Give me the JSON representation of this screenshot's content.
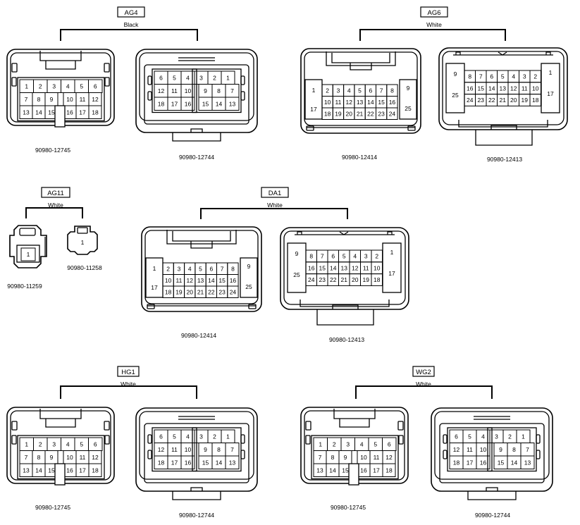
{
  "groups": [
    {
      "code": "AG4",
      "color": "Black",
      "connectors": [
        {
          "type": "c18f",
          "part": "90980-12745"
        },
        {
          "type": "c18m",
          "part": "90980-12744"
        }
      ]
    },
    {
      "code": "AG6",
      "color": "White",
      "connectors": [
        {
          "type": "c25f",
          "part": "90980-12414"
        },
        {
          "type": "c25m",
          "part": "90980-12413"
        }
      ]
    },
    {
      "code": "AG11",
      "color": "White",
      "connectors": [
        {
          "type": "c1f",
          "part": "90980-11259"
        },
        {
          "type": "c1m",
          "part": "90980-11258"
        }
      ]
    },
    {
      "code": "DA1",
      "color": "White",
      "connectors": [
        {
          "type": "c25f",
          "part": "90980-12414"
        },
        {
          "type": "c25m",
          "part": "90980-12413"
        }
      ]
    },
    {
      "code": "HG1",
      "color": "White",
      "connectors": [
        {
          "type": "c18f",
          "part": "90980-12745"
        },
        {
          "type": "c18m",
          "part": "90980-12744"
        }
      ]
    },
    {
      "code": "WG2",
      "color": "White",
      "connectors": [
        {
          "type": "c18f",
          "part": "90980-12745"
        },
        {
          "type": "c18m",
          "part": "90980-12744"
        }
      ]
    }
  ],
  "pinouts": {
    "c18f": [
      [
        "1",
        "2",
        "3",
        "4",
        "5",
        "6"
      ],
      [
        "7",
        "8",
        "9",
        "",
        "10",
        "11",
        "12"
      ],
      [
        "13",
        "14",
        "15",
        "",
        "16",
        "17",
        "18"
      ]
    ],
    "c18m": [
      [
        "6",
        "5",
        "4",
        "3",
        "2",
        "1"
      ],
      [
        "12",
        "11",
        "10",
        "9",
        "8",
        "7"
      ],
      [
        "18",
        "17",
        "16",
        "15",
        "14",
        "13"
      ]
    ],
    "c25f": {
      "left": [
        "1",
        "17"
      ],
      "right": [
        "9",
        "25"
      ],
      "rows": [
        [
          "2",
          "3",
          "4",
          "5",
          "6",
          "7",
          "8"
        ],
        [
          "10",
          "11",
          "12",
          "13",
          "14",
          "15",
          "16"
        ],
        [
          "18",
          "19",
          "20",
          "21",
          "22",
          "23",
          "24"
        ]
      ]
    },
    "c25m": {
      "left": [
        "9",
        "25"
      ],
      "right": [
        "1",
        "17"
      ],
      "rows": [
        [
          "8",
          "7",
          "6",
          "5",
          "4",
          "3",
          "2"
        ],
        [
          "16",
          "15",
          "14",
          "13",
          "12",
          "11",
          "10"
        ],
        [
          "24",
          "23",
          "22",
          "21",
          "20",
          "19",
          "18"
        ]
      ]
    },
    "c1": [
      "1"
    ]
  }
}
